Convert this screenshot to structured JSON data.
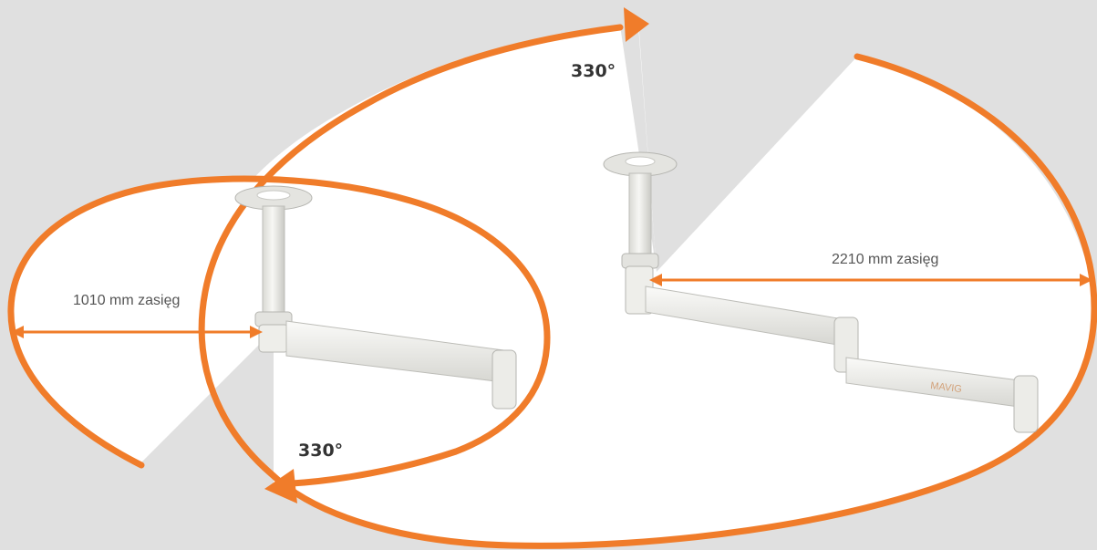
{
  "colors": {
    "background": "#e0e0e0",
    "accent": "#f07c2a",
    "sector": "#ffffff",
    "arm": "#f1f1ee",
    "arm_edge": "#bdbdb8",
    "text": "#555555",
    "angle_text": "#333333"
  },
  "large_arm": {
    "rotation_label": "330°",
    "reach_label": "2210 mm zasięg",
    "brand_label": "MAVIG"
  },
  "small_arm": {
    "rotation_label": "330°",
    "reach_label": "1010 mm zasięg"
  },
  "icons": {
    "large_arrow": "arrow-right-icon",
    "small_arrow": "arrow-left-icon"
  }
}
